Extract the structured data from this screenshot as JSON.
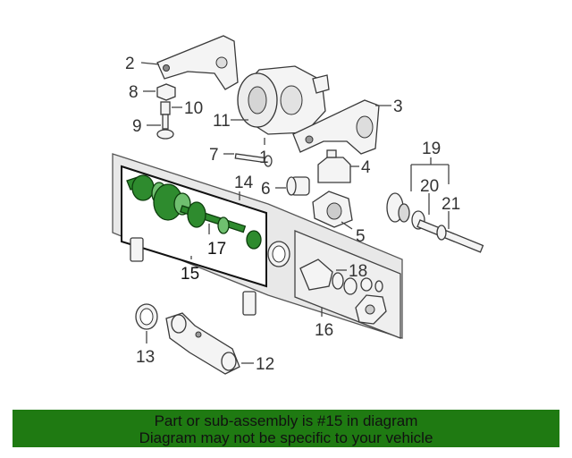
{
  "callouts": {
    "c1": "1",
    "c2": "2",
    "c3": "3",
    "c4": "4",
    "c5": "5",
    "c6": "6",
    "c7": "7",
    "c8": "8",
    "c9": "9",
    "c10": "10",
    "c11": "11",
    "c12": "12",
    "c13": "13",
    "c14": "14",
    "c15": "15",
    "c16": "16",
    "c17": "17",
    "c18": "18",
    "c19": "19",
    "c20": "20",
    "c21": "21"
  },
  "highlighted_part": "15",
  "colors": {
    "highlight": "#2e8b2e",
    "banner": "#1f7a12",
    "panel": "#e6e6e6"
  },
  "banner": {
    "line1": "Part or sub-assembly is #15 in diagram",
    "line2": "Diagram may not be specific to your vehicle"
  }
}
